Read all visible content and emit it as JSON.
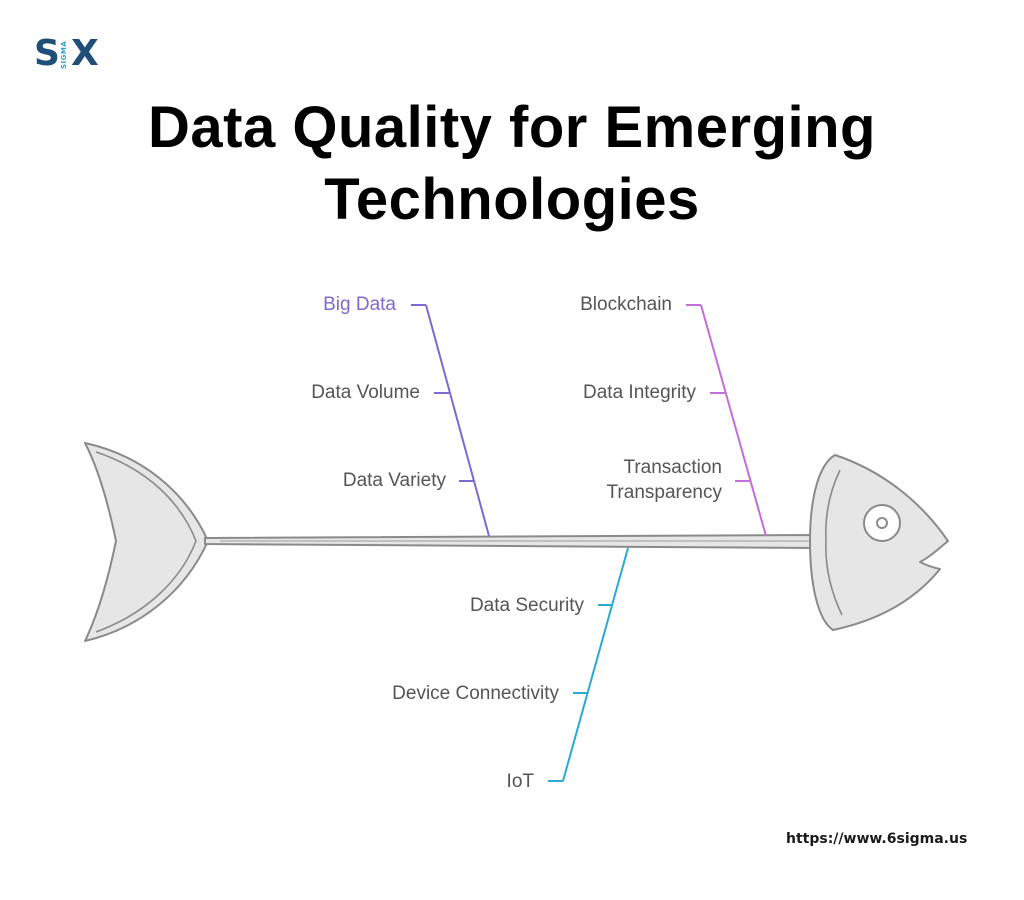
{
  "brand": {
    "logo_s": "S",
    "logo_sub": "SIGMA",
    "logo_x": "X",
    "colors": {
      "primary": "#1f4e79",
      "accent": "#2a9fd8"
    }
  },
  "title_line1": "Data Quality for Emerging",
  "title_line2": "Technologies",
  "branches": {
    "big_data": {
      "label": "Big Data",
      "color": "#7b6bd1",
      "factors": [
        "Data Volume",
        "Data Variety"
      ]
    },
    "blockchain": {
      "label": "Blockchain",
      "color": "#c36fd9",
      "factors": [
        "Data Integrity",
        "Transaction",
        "Transparency"
      ]
    },
    "iot": {
      "label": "IoT",
      "color": "#2aa9d2",
      "factors": [
        "Data Security",
        "Device Connectivity"
      ]
    }
  },
  "footer_url": "https://www.6sigma.us"
}
